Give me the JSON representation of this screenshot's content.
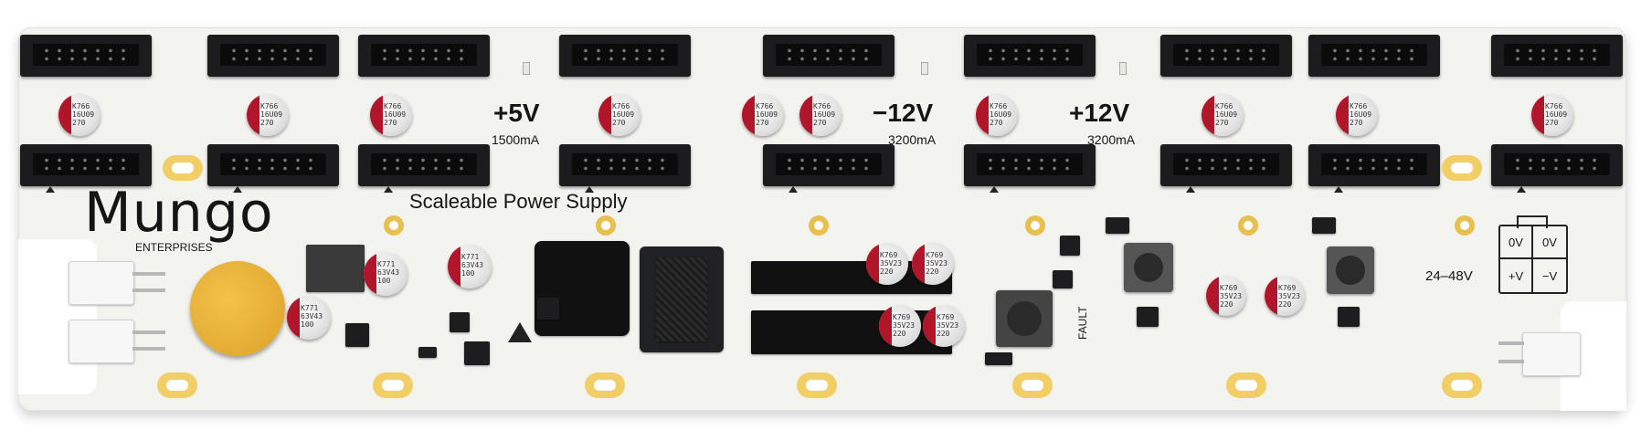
{
  "brand": {
    "name": "Mungo",
    "sub": "ENTERPRISES"
  },
  "title": "Scaleable Power Supply",
  "rails": [
    {
      "voltage": "+5V",
      "current": "1500mA"
    },
    {
      "voltage": "−12V",
      "current": "3200mA"
    },
    {
      "voltage": "+12V",
      "current": "3200mA"
    }
  ],
  "input_label": "24–48V",
  "fault_label": "FAULT",
  "connector_pins": [
    "0V",
    "0V",
    "+V",
    "−V"
  ],
  "cap_marks": {
    "top": [
      "K766",
      "16U09",
      "270"
    ],
    "mid": [
      "K771",
      "63V43",
      "100"
    ],
    "bot": [
      "K769",
      "35V23",
      "220"
    ]
  },
  "colors": {
    "board": "#f3f3f0",
    "header": "#1c1c1e",
    "cap_stripe": "#b0152a",
    "pad": "#f2d36b"
  }
}
